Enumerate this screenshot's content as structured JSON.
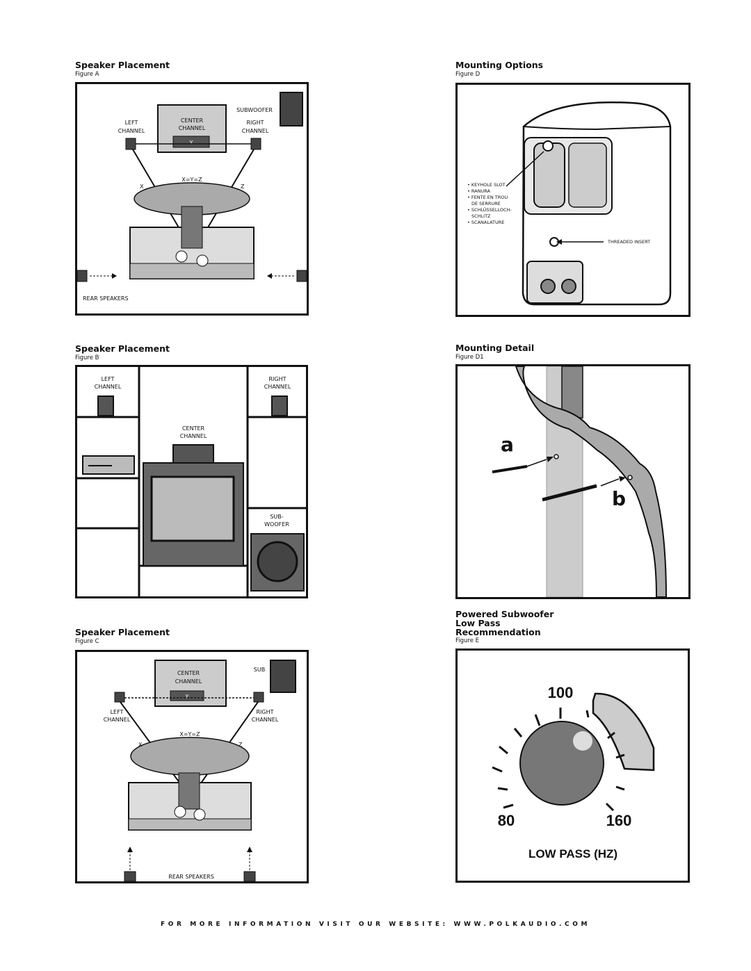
{
  "figA": {
    "title": "Speaker Placement",
    "caption": "Figure A",
    "labels": {
      "subwoofer": "SUBWOOFER",
      "left_1": "LEFT",
      "left_2": "CHANNEL",
      "center_1": "CENTER",
      "center_2": "CHANNEL",
      "right_1": "RIGHT",
      "right_2": "CHANNEL",
      "y": "Y",
      "xyz": "X=Y=Z",
      "x": "X",
      "z": "Z",
      "rear": "REAR SPEAKERS"
    }
  },
  "figB": {
    "title": "Speaker Placement",
    "caption": "Figure B",
    "labels": {
      "left_1": "LEFT",
      "left_2": "CHANNEL",
      "right_1": "RIGHT",
      "right_2": "CHANNEL",
      "center_1": "CENTER",
      "center_2": "CHANNEL",
      "sub_1": "SUB-",
      "sub_2": "WOOFER"
    }
  },
  "figC": {
    "title": "Speaker Placement",
    "caption": "Figure C",
    "labels": {
      "sub": "SUB",
      "center_1": "CENTER",
      "center_2": "CHANNEL",
      "y": "Y",
      "left_1": "LEFT",
      "left_2": "CHANNEL",
      "right_1": "RIGHT",
      "right_2": "CHANNEL",
      "xyz": "X=Y=Z",
      "x": "X",
      "z": "Z",
      "rear": "REAR SPEAKERS"
    }
  },
  "figD": {
    "title": "Mounting Options",
    "caption": "Figure D",
    "keyhole_items": [
      "• KEYHOLE SLOT",
      "• RANURA",
      "• FENTE EN TROU",
      "DE SERRURE",
      "• SCHLÜSSELLOCH-",
      "SCHLITZ",
      "• SCANALATURE"
    ],
    "threaded": "THREADED INSERT"
  },
  "figD1": {
    "title": "Mounting Detail",
    "caption": "Figure D1",
    "label_a": "a",
    "label_b": "b"
  },
  "figE": {
    "title": "Powered Subwoofer\nLow Pass\nRecommendation",
    "caption": "Figure E",
    "v100": "100",
    "v80": "80",
    "v160": "160",
    "low_pass": "LOW PASS (HZ)"
  },
  "footer": "FOR MORE INFORMATION VISIT OUR WEBSITE: WWW.POLKAUDIO.COM"
}
